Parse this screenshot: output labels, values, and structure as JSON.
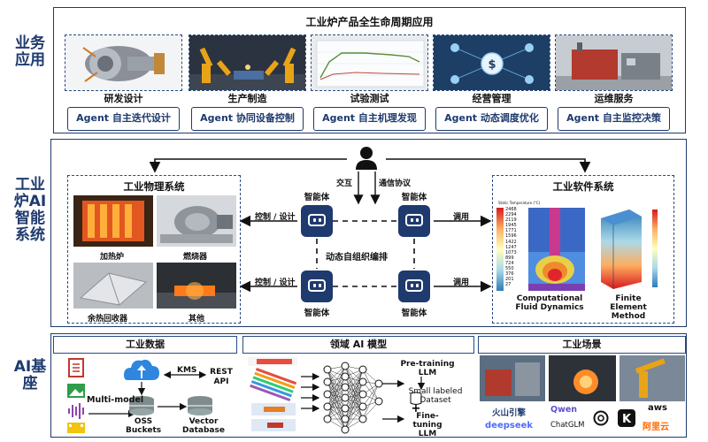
{
  "layers": {
    "business": "业务应用",
    "system": "工业炉AI智能系统",
    "base": "AI基座"
  },
  "business": {
    "title": "工业炉产品全生命周期应用",
    "stages": [
      {
        "label": "研发设计",
        "agent": "Agent  自主迭代设计"
      },
      {
        "label": "生产制造",
        "agent": "Agent  协同设备控制"
      },
      {
        "label": "试验测试",
        "agent": "Agent  自主机理发现"
      },
      {
        "label": "经营管理",
        "agent": "Agent  动态调度优化"
      },
      {
        "label": "运维服务",
        "agent": "Agent  自主监控决策"
      }
    ]
  },
  "system": {
    "physical": {
      "title": "工业物理系统",
      "items": [
        "加热炉",
        "燃烧器",
        "余热回收器",
        "其他"
      ]
    },
    "software": {
      "title": "工业软件系统",
      "cfd": "Computational Fluid Dynamics",
      "fem": "Finite Element Method",
      "legend_title": "Static Temperature (°C)",
      "legend_values": [
        "2468",
        "2294",
        "2119",
        "1945",
        "1771",
        "1596",
        "1422",
        "1247",
        "1073",
        "899",
        "724",
        "550",
        "376",
        "201",
        "27"
      ]
    },
    "agent_label": "智能体",
    "interact": "交互",
    "comm": "通信协议",
    "orchestrate": "动态自组织编排",
    "control_design": "控制 / 设计",
    "invoke": "调用"
  },
  "base": {
    "data": {
      "title": "工业数据",
      "multimodel": "Multi-model",
      "kms": "KMS",
      "rest": "REST API",
      "oss": "OSS Buckets",
      "vector": "Vector Database"
    },
    "model": {
      "title": "领域 AI 模型",
      "pretrain": "Pre-training LLM",
      "small": "Small labeled Dataset",
      "finetune": "Fine-tuning LLM"
    },
    "scene": {
      "title": "工业场景",
      "logos": {
        "volcano": "火山引擎",
        "qwen": "Qwen",
        "deepseek": "deepseek",
        "chatglm": "ChatGLM",
        "aws": "aws",
        "aliyun": "阿里云"
      }
    }
  }
}
